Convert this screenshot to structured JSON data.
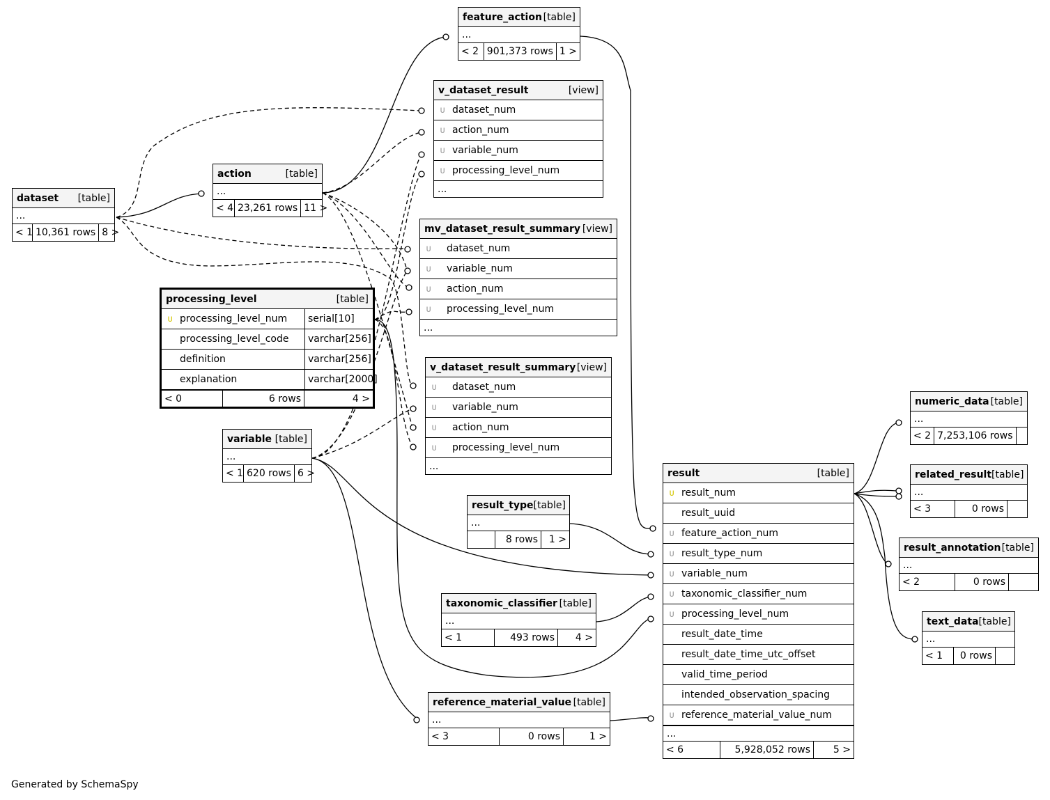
{
  "tables": {
    "dataset": {
      "name": "dataset",
      "kind": "[table]",
      "prev": "< 1",
      "rows": "10,361 rows",
      "next": "8 >"
    },
    "action": {
      "name": "action",
      "kind": "[table]",
      "prev": "< 4",
      "rows": "23,261 rows",
      "next": "11 >"
    },
    "feature_action": {
      "name": "feature_action",
      "kind": "[table]",
      "prev": "< 2",
      "rows": "901,373 rows",
      "next": "1 >"
    },
    "v_dataset_result": {
      "name": "v_dataset_result",
      "kind": "[view]",
      "columns": [
        "dataset_num",
        "action_num",
        "variable_num",
        "processing_level_num"
      ]
    },
    "mv_dataset_result_summary": {
      "name": "mv_dataset_result_summary",
      "kind": "[view]",
      "columns": [
        "dataset_num",
        "variable_num",
        "action_num",
        "processing_level_num"
      ]
    },
    "v_dataset_result_summary": {
      "name": "v_dataset_result_summary",
      "kind": "[view]",
      "columns": [
        "dataset_num",
        "variable_num",
        "action_num",
        "processing_level_num"
      ]
    },
    "processing_level": {
      "name": "processing_level",
      "kind": "[table]",
      "prev": "< 0",
      "rows": "6 rows",
      "next": "4 >",
      "columns": [
        {
          "name": "processing_level_num",
          "type": "serial[10]"
        },
        {
          "name": "processing_level_code",
          "type": "varchar[256]"
        },
        {
          "name": "definition",
          "type": "varchar[256]"
        },
        {
          "name": "explanation",
          "type": "varchar[2000]"
        }
      ]
    },
    "variable": {
      "name": "variable",
      "kind": "[table]",
      "prev": "< 1",
      "rows": "620 rows",
      "next": "6 >"
    },
    "result_type": {
      "name": "result_type",
      "kind": "[table]",
      "prev": "",
      "rows": "8 rows",
      "next": "1 >"
    },
    "taxonomic_classifier": {
      "name": "taxonomic_classifier",
      "kind": "[table]",
      "prev": "< 1",
      "rows": "493 rows",
      "next": "4 >"
    },
    "reference_material_value": {
      "name": "reference_material_value",
      "kind": "[table]",
      "prev": "< 3",
      "rows": "0 rows",
      "next": "1 >"
    },
    "result": {
      "name": "result",
      "kind": "[table]",
      "prev": "< 6",
      "rows": "5,928,052 rows",
      "next": "5 >",
      "columns": [
        "result_num",
        "result_uuid",
        "feature_action_num",
        "result_type_num",
        "variable_num",
        "taxonomic_classifier_num",
        "processing_level_num",
        "result_date_time",
        "result_date_time_utc_offset",
        "valid_time_period",
        "intended_observation_spacing",
        "reference_material_value_num"
      ]
    },
    "numeric_data": {
      "name": "numeric_data",
      "kind": "[table]",
      "prev": "< 2",
      "rows": "7,253,106 rows",
      "next": ""
    },
    "related_result": {
      "name": "related_result",
      "kind": "[table]",
      "prev": "< 3",
      "rows": "0 rows",
      "next": ""
    },
    "result_annotation": {
      "name": "result_annotation",
      "kind": "[table]",
      "prev": "< 2",
      "rows": "0 rows",
      "next": ""
    },
    "text_data": {
      "name": "text_data",
      "kind": "[table]",
      "prev": "< 1",
      "rows": "0 rows",
      "next": ""
    }
  },
  "ellipsis": "...",
  "key_icon": "key-icon",
  "colors": {
    "primary_key": "#d4c600",
    "foreign_key": "#9a9a9a",
    "header_bg": "#f4f4f4"
  },
  "footer": "Generated by SchemaSpy"
}
